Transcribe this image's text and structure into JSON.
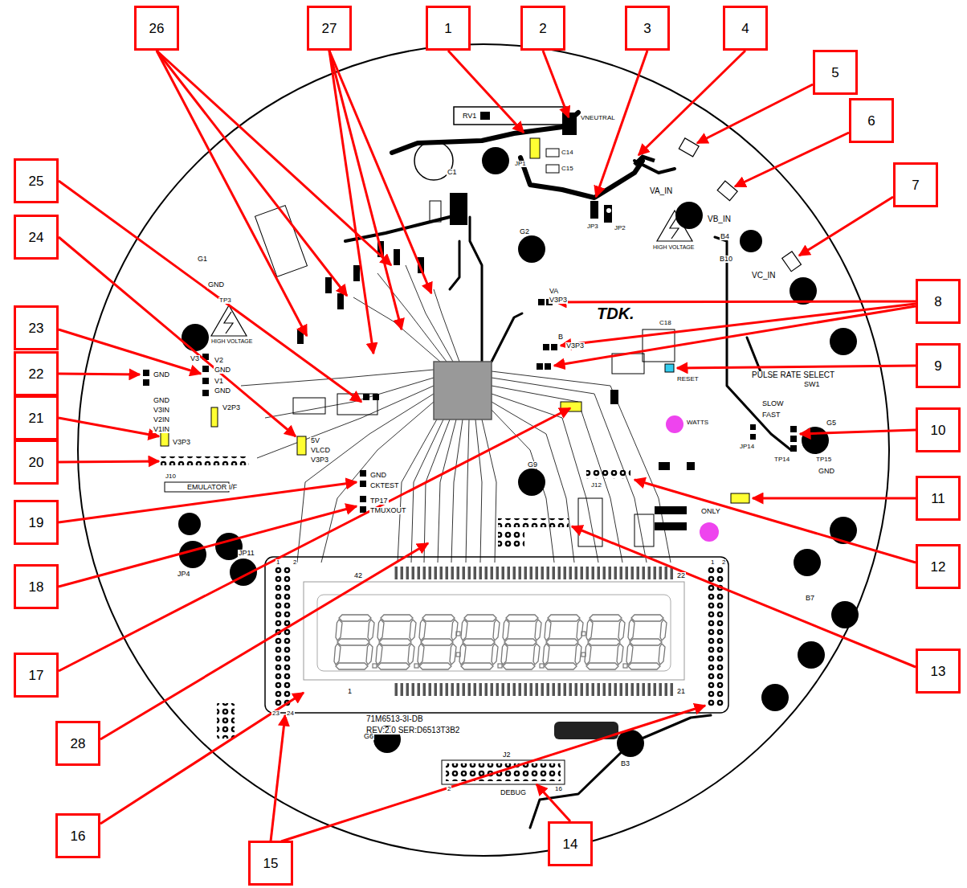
{
  "diagram": {
    "nodes": [
      {
        "text": [
          "26"
        ]
      },
      {
        "text": [
          "27"
        ]
      },
      {
        "text": [
          "1"
        ]
      },
      {
        "text": [
          "2"
        ]
      },
      {
        "text": [
          "3"
        ]
      },
      {
        "text": [
          "4"
        ]
      },
      {
        "text": [
          "5"
        ]
      },
      {
        "text": [
          "6"
        ]
      },
      {
        "text": [
          "7"
        ]
      },
      {
        "text": [
          "25"
        ]
      },
      {
        "text": [
          "24"
        ]
      },
      {
        "text": [
          "8"
        ]
      },
      {
        "text": [
          "23"
        ]
      },
      {
        "text": [
          "9"
        ]
      },
      {
        "text": [
          "22"
        ]
      },
      {
        "text": [
          "21"
        ]
      },
      {
        "text": [
          "10"
        ]
      },
      {
        "text": [
          "20"
        ]
      },
      {
        "text": [
          "11"
        ]
      },
      {
        "text": [
          "19"
        ]
      },
      {
        "text": [
          "12"
        ]
      },
      {
        "text": [
          "18"
        ]
      },
      {
        "text": [
          "17"
        ]
      },
      {
        "text": [
          "13"
        ]
      },
      {
        "text": [
          "28"
        ]
      },
      {
        "text": [
          "16"
        ]
      },
      {
        "text": [
          "15"
        ]
      },
      {
        "text": [
          "14"
        ]
      }
    ],
    "labels": [
      "RV1",
      "VNEUTRAL",
      "JP1",
      "C1",
      "C14",
      "C15",
      "VA_IN",
      "VB_IN",
      "VC_IN",
      "HIGH VOLTAGE",
      "HIGH VOLTAGE",
      "TDK.",
      "VA",
      "V3P3",
      "B",
      "V3P3",
      "JP3",
      "JP2",
      "PULSE RATE SELECT",
      "SW1",
      "SLOW",
      "FAST",
      "JP14",
      "WATTS",
      "RESET",
      "C18",
      "TP14",
      "TP15",
      "GND",
      "G1",
      "GND",
      "G2",
      "B4",
      "B10",
      "G9",
      "G5",
      "B7",
      "V3",
      "GND",
      "GND",
      "V3IN",
      "V2IN",
      "V1IN",
      "V3P3",
      "V2",
      "GND",
      "V2P3",
      "V1",
      "GND",
      "5V",
      "VLCD",
      "V3P3",
      "EMULATOR I/F",
      "J10",
      "GND",
      "CKTEST",
      "TP17",
      "TMUXOUT",
      "JP11",
      "JP4",
      "42",
      "22",
      "1",
      "21",
      "1",
      "2",
      "1",
      "2",
      "23",
      "24",
      "71M6513-3I-DB",
      "REV:2.0 SER:D6513T3B2",
      "J2",
      "2",
      "16",
      "DEBUG",
      "G6",
      "B3",
      "J12",
      "ONLY",
      "TP3"
    ]
  }
}
